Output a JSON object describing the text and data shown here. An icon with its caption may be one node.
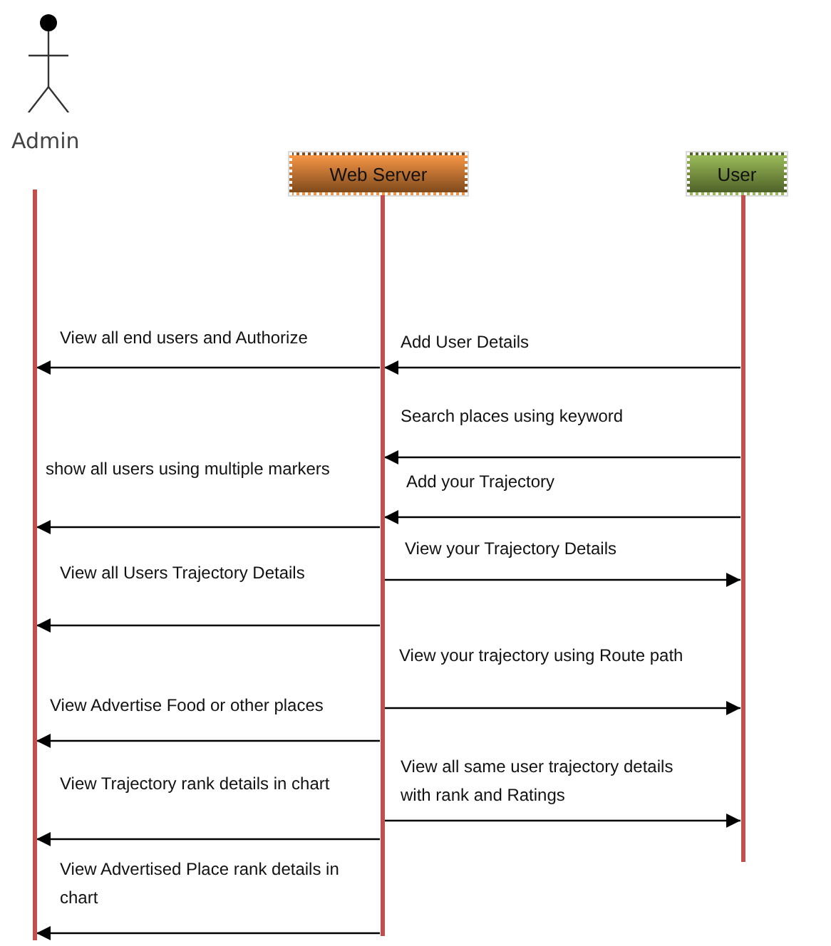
{
  "diagram": {
    "nodes": [
      {
        "text": [
          "Admin"
        ]
      },
      {
        "text": [
          "Web Server"
        ]
      },
      {
        "text": [
          "User"
        ]
      },
      {
        "text": [],
        "shape": "bar"
      },
      {
        "text": [],
        "shape": "bar"
      },
      {
        "text": [],
        "shape": "bar"
      }
    ],
    "edges": [
      {
        "from": 5,
        "to": 4,
        "arrow": "to",
        "label": "Add User Details"
      },
      {
        "from": 4,
        "to": 3,
        "arrow": "to",
        "label": "View all end users and Authorize"
      },
      {
        "from": 5,
        "to": 4,
        "arrow": "to",
        "label": "Search places using keyword"
      },
      {
        "from": 5,
        "to": 4,
        "arrow": "to",
        "label": "Add your Trajectory"
      },
      {
        "from": 4,
        "to": 3,
        "arrow": "to",
        "label": "show all users using multiple markers"
      },
      {
        "from": 4,
        "to": 5,
        "arrow": "to",
        "label": "View your Trajectory Details"
      },
      {
        "from": 4,
        "to": 3,
        "arrow": "to",
        "label": "View all Users Trajectory Details"
      },
      {
        "from": 4,
        "to": 5,
        "arrow": "to",
        "label": "View your trajectory using Route path"
      },
      {
        "from": 4,
        "to": 3,
        "arrow": "to",
        "label": "View Advertise Food or other places"
      },
      {
        "from": 4,
        "to": 5,
        "arrow": "to",
        "label": "View all same user trajectory details with rank and Ratings"
      },
      {
        "from": 4,
        "to": 3,
        "arrow": "to",
        "label": "View Trajectory rank details in chart"
      },
      {
        "from": 4,
        "to": 3,
        "arrow": "to",
        "label": "View Advertised Place rank details in chart"
      }
    ]
  }
}
